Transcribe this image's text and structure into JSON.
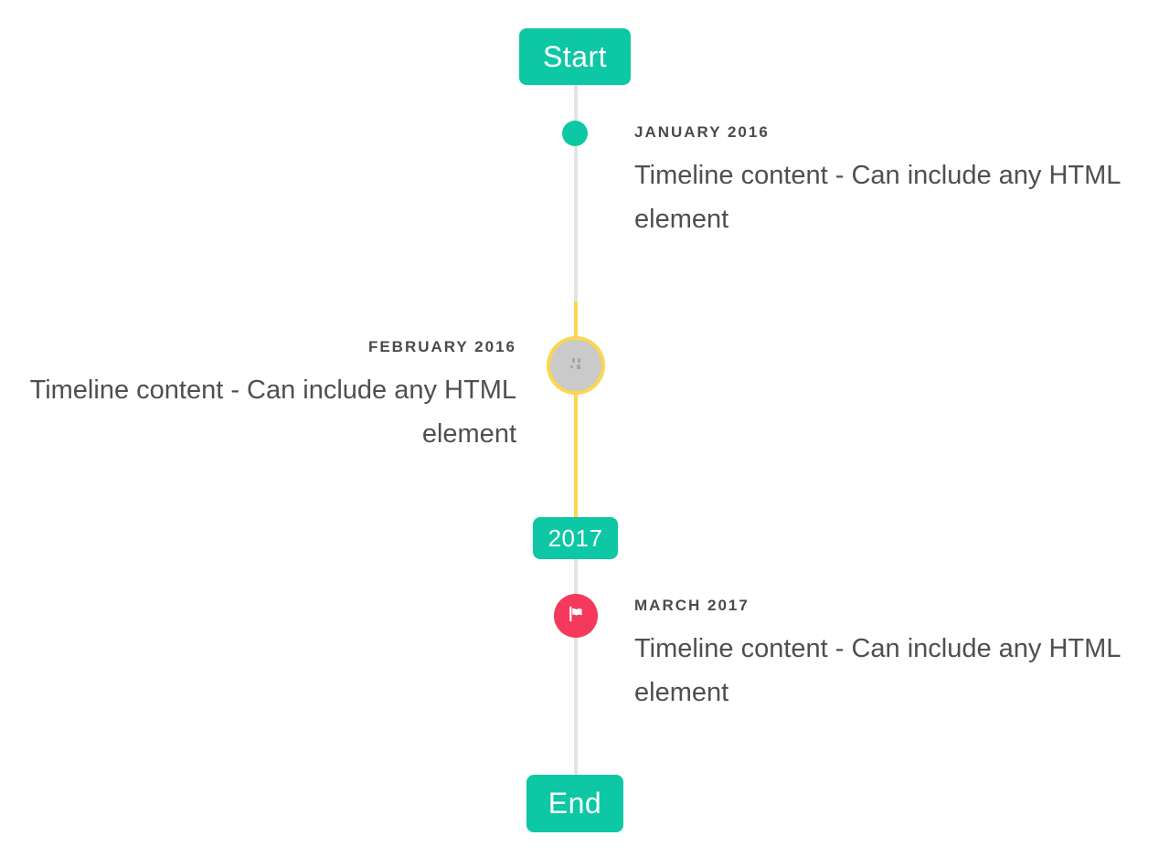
{
  "colors": {
    "accent": "#0ec7a4",
    "highlight": "#fbd64f",
    "danger": "#f4395d",
    "line": "#e3e3e3",
    "marker-fill": "#cacaca",
    "label-text": "#4a4a4a",
    "content-text": "#4f4f4f"
  },
  "timeline": {
    "start_label": "Start",
    "end_label": "End",
    "year_badge": "2017",
    "entries": [
      {
        "date": "JANUARY 2016",
        "content": "Timeline content - Can include any HTML element",
        "side": "right",
        "marker": "dot"
      },
      {
        "date": "FEBRUARY 2016",
        "content": "Timeline content - Can include any HTML element",
        "side": "left",
        "marker": "image-circle"
      },
      {
        "date": "MARCH 2017",
        "content": "Timeline content - Can include any HTML element",
        "side": "right",
        "marker": "flag"
      }
    ]
  }
}
